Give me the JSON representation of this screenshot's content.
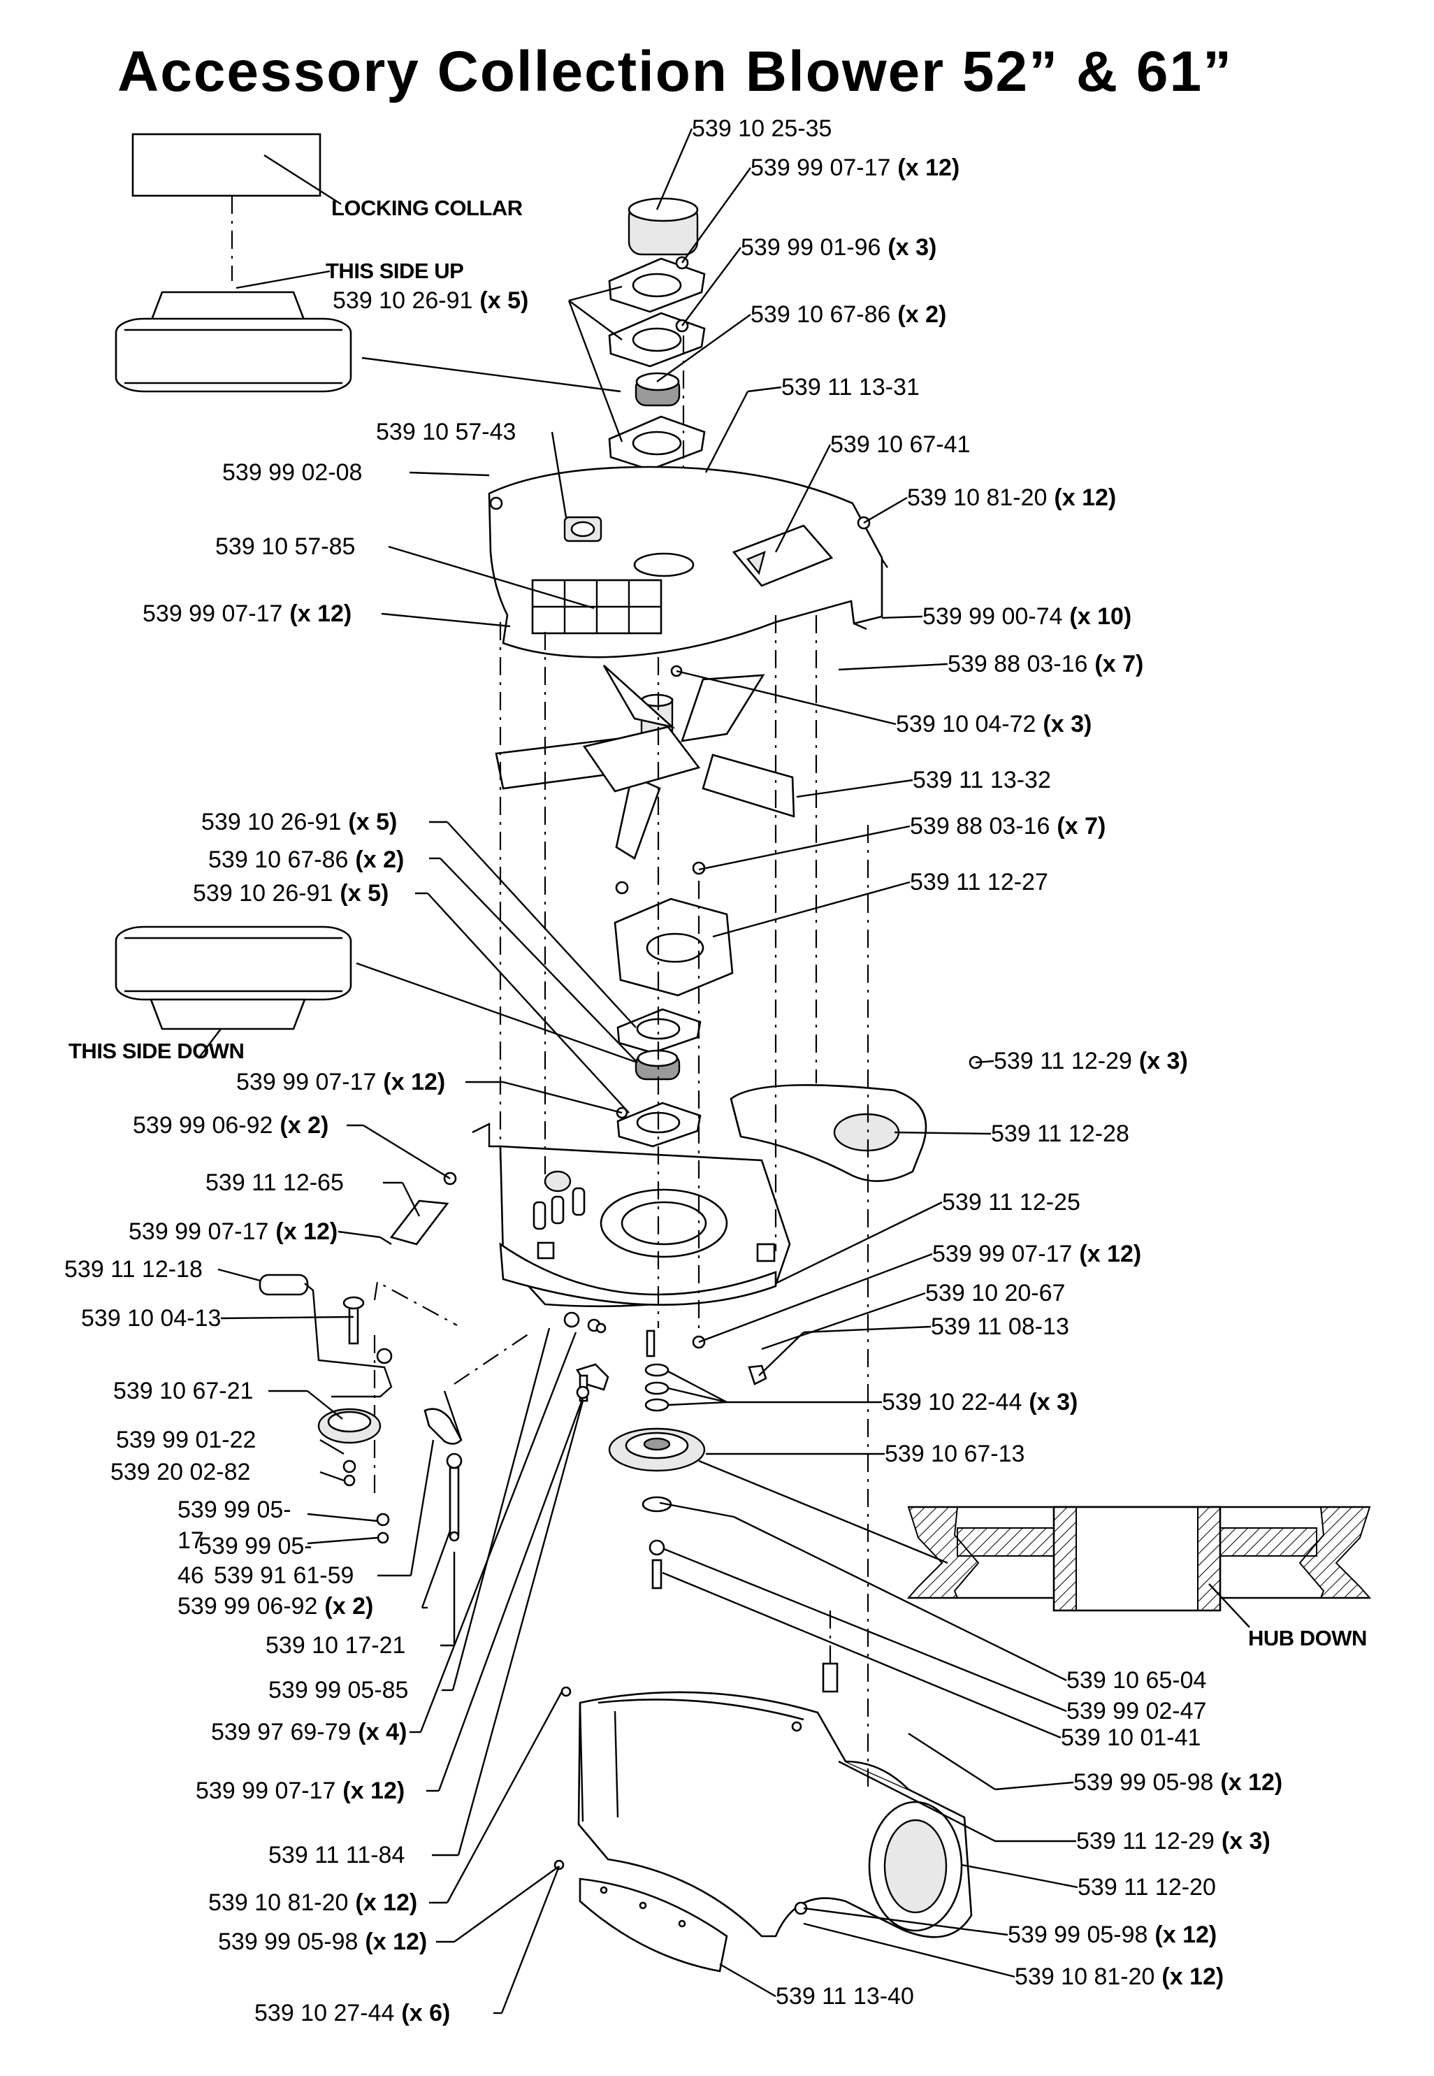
{
  "title": "Accessory Collection Blower 52” & 61”",
  "notes": {
    "locking_collar": "LOCKING COLLAR",
    "this_side_up": "THIS SIDE UP",
    "this_side_down": "THIS SIDE DOWN",
    "hub_down": "HUB DOWN"
  },
  "callouts": [
    {
      "part": "539 10 25-35",
      "qty": ""
    },
    {
      "part": "539 99 07-17",
      "qty": "(x 12)"
    },
    {
      "part": "539 99 01-96",
      "qty": "(x 3)"
    },
    {
      "part": "539 10 26-91",
      "qty": "(x 5)"
    },
    {
      "part": "539 10 67-86",
      "qty": "(x 2)"
    },
    {
      "part": "539 11 13-31",
      "qty": ""
    },
    {
      "part": "539 10 57-43",
      "qty": ""
    },
    {
      "part": "539 10 67-41",
      "qty": ""
    },
    {
      "part": "539 99 02-08",
      "qty": ""
    },
    {
      "part": "539 10 81-20",
      "qty": "(x 12)"
    },
    {
      "part": "539 10 57-85",
      "qty": ""
    },
    {
      "part": "539 99 07-17",
      "qty": "(x 12)"
    },
    {
      "part": "539 99 00-74",
      "qty": "(x 10)"
    },
    {
      "part": "539 88 03-16",
      "qty": "(x 7)"
    },
    {
      "part": "539 10 04-72",
      "qty": "(x 3)"
    },
    {
      "part": "539 11 13-32",
      "qty": ""
    },
    {
      "part": "539 10 26-91",
      "qty": "(x 5)"
    },
    {
      "part": "539 88 03-16",
      "qty": "(x 7)"
    },
    {
      "part": "539 10 67-86",
      "qty": "(x 2)"
    },
    {
      "part": "539 10 26-91",
      "qty": "(x 5)"
    },
    {
      "part": "539 11 12-27",
      "qty": ""
    },
    {
      "part": "539 99 07-17",
      "qty": "(x 12)"
    },
    {
      "part": "539 11 12-29",
      "qty": "(x 3)"
    },
    {
      "part": "539 99 06-92",
      "qty": "(x 2)"
    },
    {
      "part": "539 11 12-28",
      "qty": ""
    },
    {
      "part": "539 11 12-65",
      "qty": ""
    },
    {
      "part": "539 11 12-25",
      "qty": ""
    },
    {
      "part": "539 99 07-17",
      "qty": "(x 12)"
    },
    {
      "part": "539 99 07-17",
      "qty": "(x 12)"
    },
    {
      "part": "539 11 12-18",
      "qty": ""
    },
    {
      "part": "539 10 20-67",
      "qty": ""
    },
    {
      "part": "539 10 04-13",
      "qty": ""
    },
    {
      "part": "539 11 08-13",
      "qty": ""
    },
    {
      "part": "539 10 67-21",
      "qty": ""
    },
    {
      "part": "539 10 22-44",
      "qty": "(x 3)"
    },
    {
      "part": "539 99 01-22",
      "qty": ""
    },
    {
      "part": "539 10 67-13",
      "qty": ""
    },
    {
      "part": "539 20 02-82",
      "qty": ""
    },
    {
      "part": "539 99 05-",
      "qty": ""
    },
    {
      "part": "17",
      "qty": ""
    },
    {
      "part": "539 99 05-",
      "qty": ""
    },
    {
      "part": "46",
      "qty": ""
    },
    {
      "part": "539 91 61-59",
      "qty": ""
    },
    {
      "part": "539 99 06-92",
      "qty": "(x 2)"
    },
    {
      "part": "539 10 17-21",
      "qty": ""
    },
    {
      "part": "539 10 65-04",
      "qty": ""
    },
    {
      "part": "539 99 05-85",
      "qty": ""
    },
    {
      "part": "539 99 02-47",
      "qty": ""
    },
    {
      "part": "539 10 01-41",
      "qty": ""
    },
    {
      "part": "539 97 69-79",
      "qty": "(x 4)"
    },
    {
      "part": "539 99 05-98",
      "qty": "(x 12)"
    },
    {
      "part": "539 99 07-17",
      "qty": "(x 12)"
    },
    {
      "part": "539 11 12-29",
      "qty": "(x 3)"
    },
    {
      "part": "539 11 11-84",
      "qty": ""
    },
    {
      "part": "539 11 12-20",
      "qty": ""
    },
    {
      "part": "539 10 81-20",
      "qty": "(x 12)"
    },
    {
      "part": "539 99 05-98",
      "qty": "(x 12)"
    },
    {
      "part": "539 99 05-98",
      "qty": "(x 12)"
    },
    {
      "part": "539 10 81-20",
      "qty": "(x 12)"
    },
    {
      "part": "539 10 27-44",
      "qty": "(x 6)"
    },
    {
      "part": "539 11 13-40",
      "qty": ""
    }
  ]
}
